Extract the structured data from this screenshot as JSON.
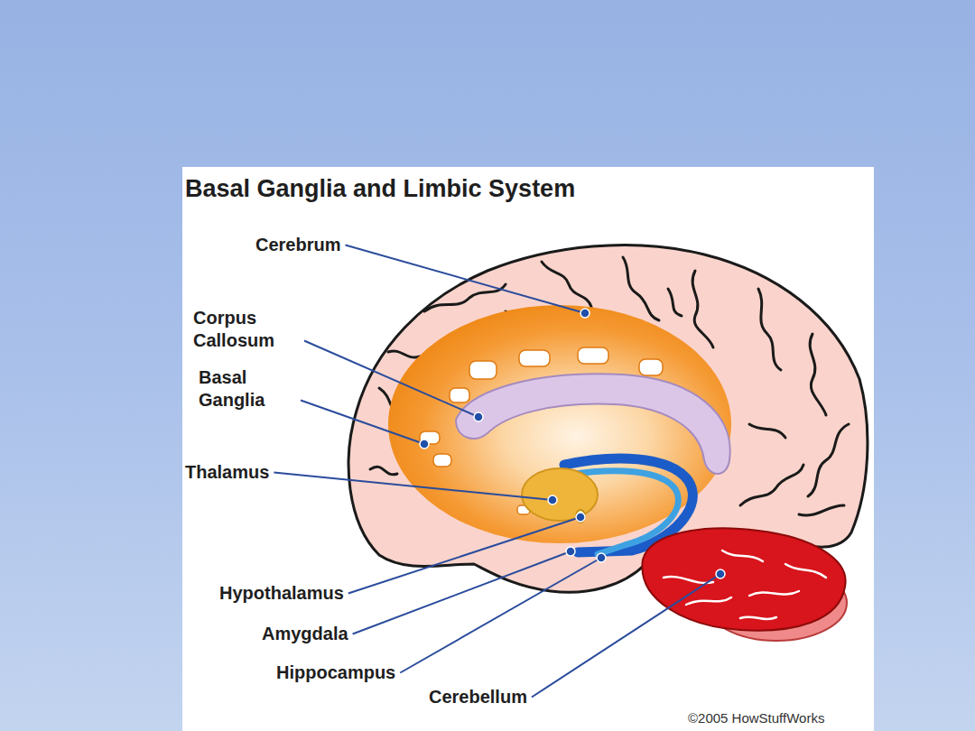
{
  "diagram": {
    "title": "Basal Ganglia and Limbic System",
    "labels": [
      "Cerebrum",
      "Corpus Callosum",
      "Basal Ganglia",
      "Thalamus",
      "Hypothalamus",
      "Amygdala",
      "Hippocampus",
      "Cerebellum",
      "©2005 HowStuffWorks"
    ]
  }
}
